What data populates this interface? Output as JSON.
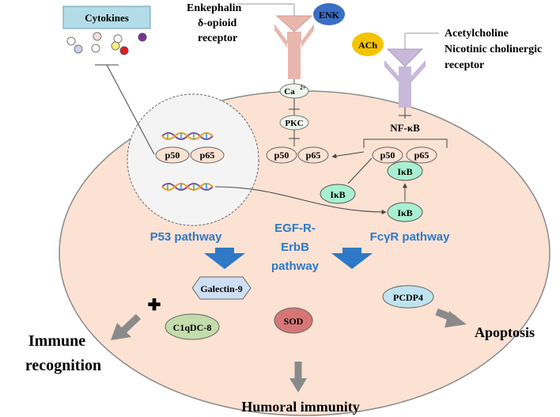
{
  "cytokines": {
    "label": "Cytokines"
  },
  "enkephalin": {
    "badge": "ENK",
    "line1": "Enkephalin",
    "line2": "δ-opioid",
    "line3": "receptor"
  },
  "acetylcholine": {
    "badge": "ACh",
    "line1": "Acetylcholine",
    "line2": "Nicotinic cholinergic",
    "line3": "receptor"
  },
  "nucleus": {
    "p50": "p50",
    "p65": "p65"
  },
  "cytoplasm": {
    "ca2": "Ca",
    "ca2_sup": "2+",
    "pkc": "PKC",
    "p50": "p50",
    "p65": "p65",
    "nfkb": "NF-κB",
    "nfkb_p50": "p50",
    "nfkb_p65": "p65",
    "ikb_bound": "IκB",
    "ikb_left": "IκB",
    "ikb_lower": "IκB"
  },
  "pathways": {
    "p53": "P53 pathway",
    "egf_line1": "EGF-R-",
    "egf_line2": "ErbB",
    "egf_line3": "pathway",
    "fcgr": "FcγR pathway"
  },
  "markers": {
    "galectin": "Galectin-9",
    "plus": "✚",
    "c1qdc": "C1qDC-8",
    "sod": "SOD",
    "pcdp4": "PCDP4"
  },
  "outcomes": {
    "immune_line1": "Immune",
    "immune_line2": "recognition",
    "apoptosis": "Apoptosis",
    "humoral": "Humoral immunity"
  },
  "colors": {
    "cell_fill": "#fbe2d3",
    "nucleus_fill": "#f4f4f4",
    "pathway_blue": "#2f78c6",
    "enk_badge": "#3a6fc4",
    "ach_badge": "#f5c400",
    "ikb_fill": "#a8f0d2",
    "pink_receptor": "#e9b6ad",
    "lavender_receptor": "#c8b8da",
    "galectin_fill": "#cfdff3",
    "c1qdc_fill": "#c3dcab",
    "sod_fill": "#d77676",
    "pcdp4_fill": "#bfe4ef",
    "grey_arrow": "#8a8a8a"
  }
}
